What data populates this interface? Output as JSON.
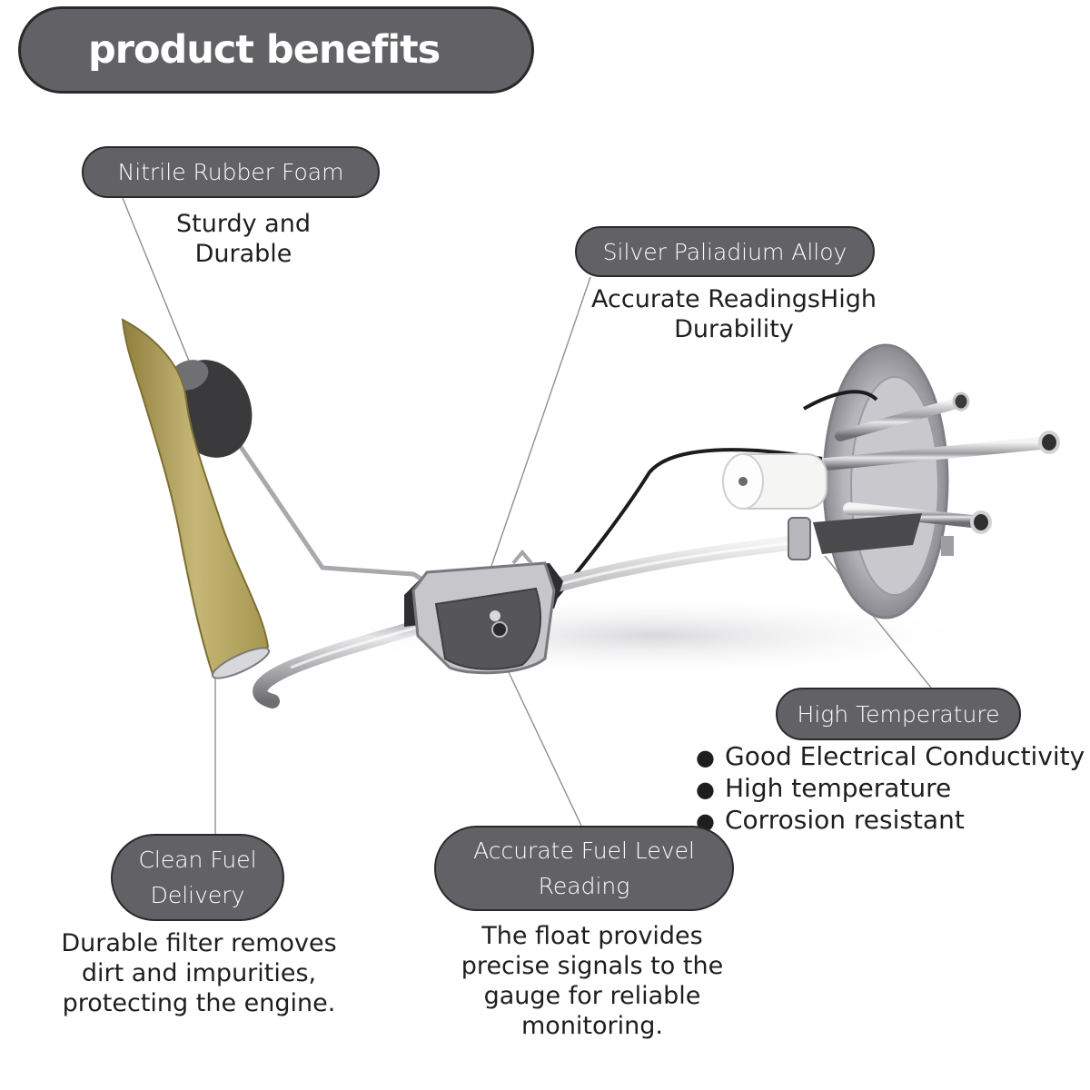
{
  "header": {
    "title": "product benefits"
  },
  "features": {
    "nitrile": {
      "label": "Nitrile Rubber Foam",
      "desc_line1": "Sturdy and",
      "desc_line2": "Durable"
    },
    "silver": {
      "label": "Silver Paliadium Alloy",
      "desc_line1": "Accurate ReadingsHigh",
      "desc_line2": "Durability"
    },
    "high_temp": {
      "label": "High Temperature",
      "bullets": [
        "Good Electrical Conductivity",
        "High temperature",
        "Corrosion resistant"
      ]
    },
    "clean_fuel": {
      "label_line1": "Clean Fuel",
      "label_line2": "Delivery",
      "desc_line1": "Durable filter removes",
      "desc_line2": "dirt and impurities,",
      "desc_line3": "protecting the engine."
    },
    "accurate_level": {
      "label_line1": "Accurate Fuel Level",
      "label_line2": "Reading",
      "desc_line1": "The float provides",
      "desc_line2": "precise signals to the",
      "desc_line3": "gauge for reliable",
      "desc_line4": "monitoring."
    }
  },
  "colors": {
    "pill_fill": "#626165",
    "pill_border": "#2a2a2a",
    "filter_sock": "#b8a865",
    "float": "#3c3c3e"
  }
}
